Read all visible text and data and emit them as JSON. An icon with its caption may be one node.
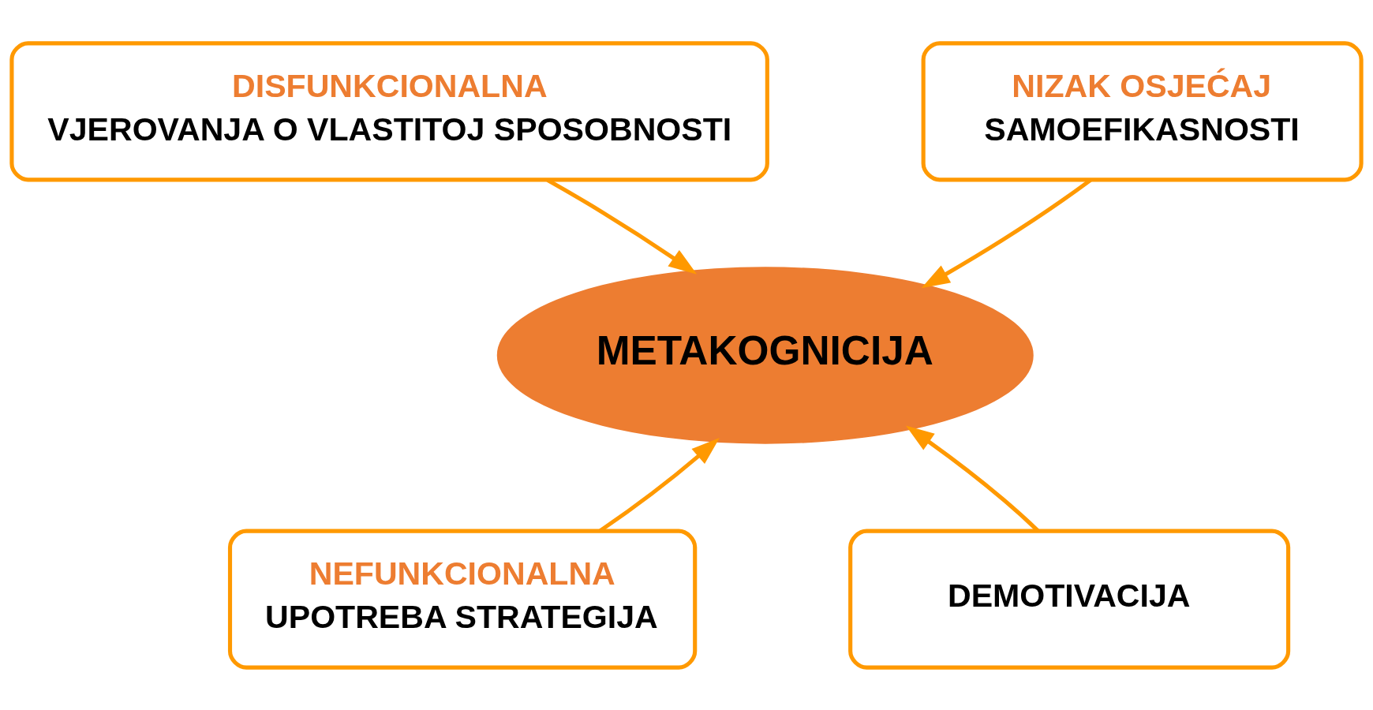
{
  "diagram": {
    "nodes": [
      {
        "text": [
          "DISFUNKCIONALNA",
          "VJEROVANJA O VLASTITOJ SPOSOBNOSTI"
        ]
      },
      {
        "text": [
          "NIZAK OSJEĆAJ",
          "SAMOEFIKASNOSTI"
        ]
      },
      {
        "text": [
          "METAKOGNICIJA"
        ]
      },
      {
        "text": [
          "NEFUNKCIONALNA",
          "UPOTREBA STRATEGIJA"
        ]
      },
      {
        "text": [
          "DEMOTIVACIJA"
        ]
      }
    ],
    "edges": [
      {
        "from": 0,
        "to": 2,
        "arrow": "to"
      },
      {
        "from": 1,
        "to": 2,
        "arrow": "to"
      },
      {
        "from": 3,
        "to": 2,
        "arrow": "to"
      },
      {
        "from": 4,
        "to": 2,
        "arrow": "to"
      }
    ]
  }
}
